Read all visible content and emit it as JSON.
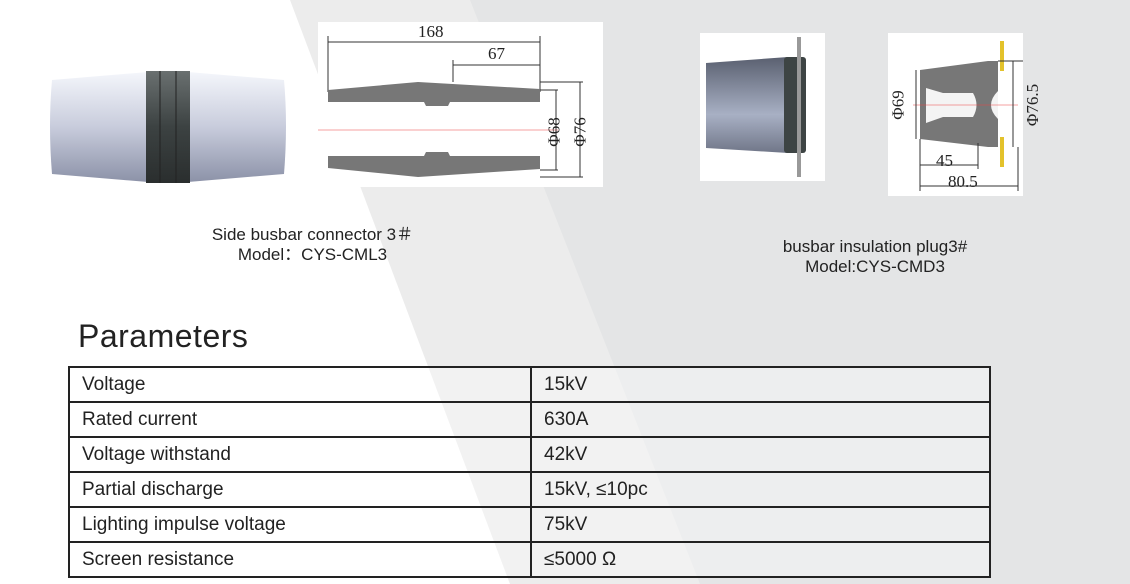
{
  "products": [
    {
      "name": "Side busbar connector 3＃",
      "model": "Model：CYS-CML3",
      "dimensions": {
        "length": "168",
        "offset": "67",
        "inner_diameter": "Φ68",
        "outer_diameter": "Φ76"
      }
    },
    {
      "name": "busbar insulation plug3#",
      "model": "Model:CYS-CMD3",
      "dimensions": {
        "small_diameter": "Φ69",
        "large_diameter": "Φ76.5",
        "depth": "45",
        "length": "80.5"
      }
    }
  ],
  "parameters": {
    "title": "Parameters",
    "rows": [
      {
        "label": "Voltage",
        "value": "15kV"
      },
      {
        "label": "Rated current",
        "value": "630A"
      },
      {
        "label": "Voltage withstand",
        "value": "42kV"
      },
      {
        "label": "Partial discharge",
        "value": "15kV, ≤10pc"
      },
      {
        "label": "Lighting impulse voltage",
        "value": "75kV"
      },
      {
        "label": "Screen resistance",
        "value": "≤5000 Ω"
      }
    ]
  }
}
